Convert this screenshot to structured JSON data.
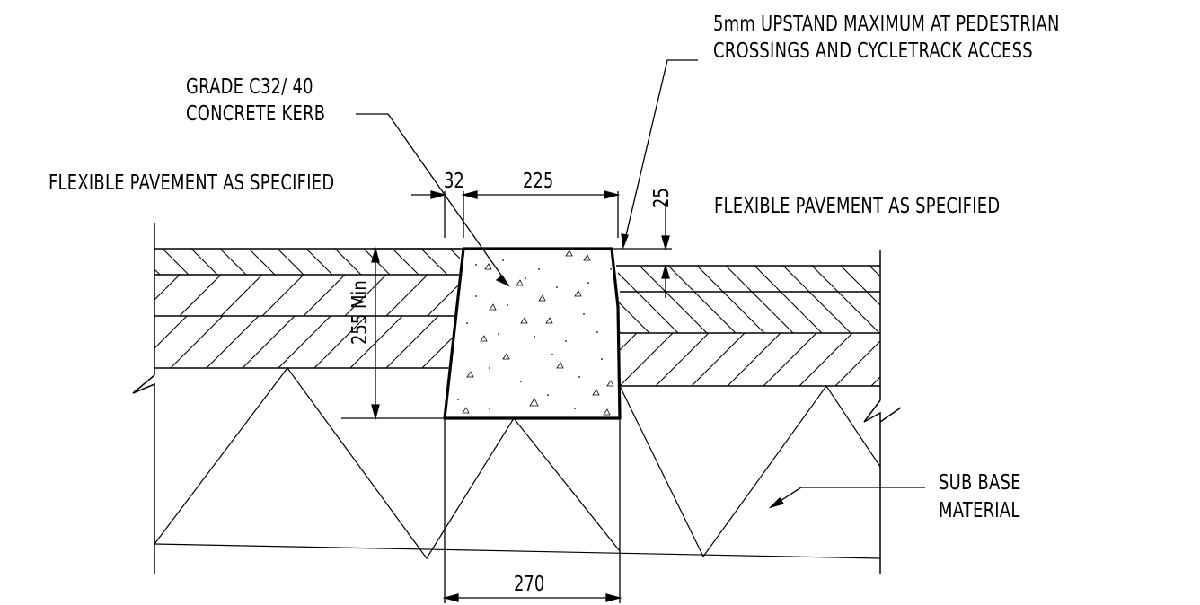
{
  "labels": {
    "upstand_line1": "5mm UPSTAND MAXIMUM AT PEDESTRIAN",
    "upstand_line2": "CROSSINGS AND CYCLETRACK ACCESS",
    "kerb_line1": "GRADE C32/ 40",
    "kerb_line2": "CONCRETE KERB",
    "pavement_left": "FLEXIBLE PAVEMENT AS SPECIFIED",
    "pavement_right": "FLEXIBLE PAVEMENT AS SPECIFIED",
    "subbase_line1": "SUB BASE",
    "subbase_line2": "MATERIAL"
  },
  "dimensions": {
    "batter": "32",
    "top_width": "225",
    "upstand": "25",
    "depth": "255 Min",
    "base_width": "270"
  }
}
